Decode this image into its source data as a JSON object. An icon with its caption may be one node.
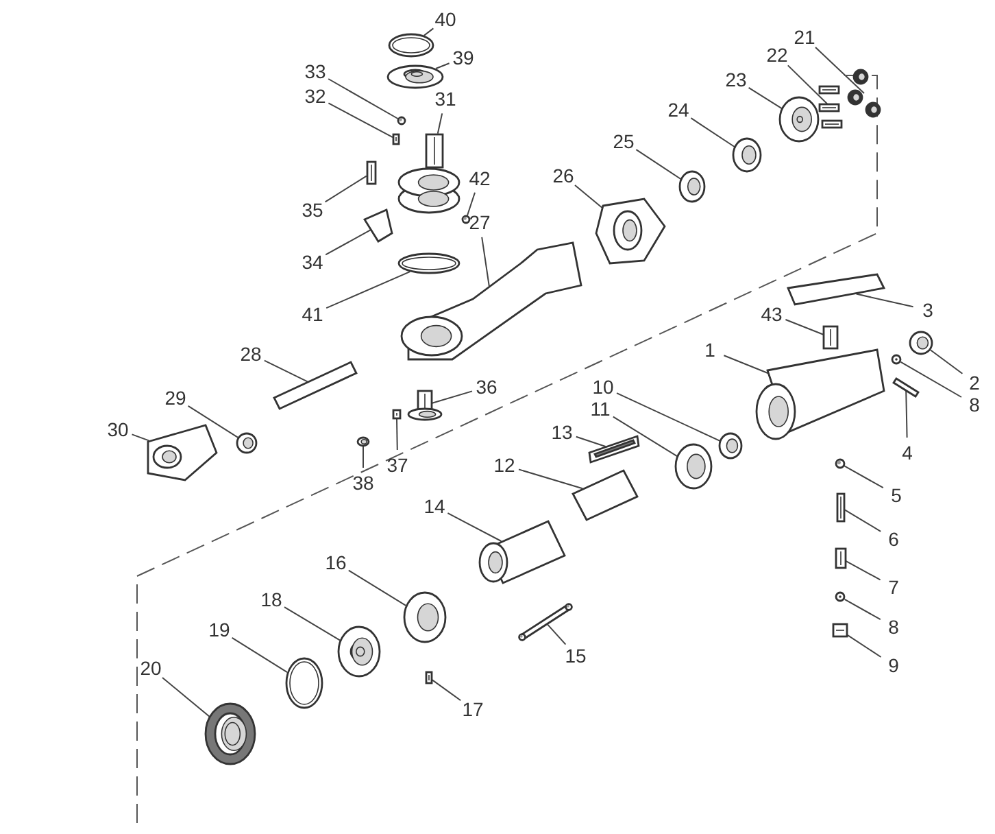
{
  "diagram": {
    "nodes": [
      {
        "text": [
          "40"
        ]
      },
      {
        "text": [
          "39"
        ]
      },
      {
        "text": [
          "33"
        ]
      },
      {
        "text": [
          "32"
        ]
      },
      {
        "text": [
          "31"
        ]
      },
      {
        "text": [
          "42"
        ]
      },
      {
        "text": [
          "35"
        ]
      },
      {
        "text": [
          "34"
        ]
      },
      {
        "text": [
          "41"
        ]
      },
      {
        "text": [
          "27"
        ]
      },
      {
        "text": [
          "26"
        ]
      },
      {
        "text": [
          "25"
        ]
      },
      {
        "text": [
          "24"
        ]
      },
      {
        "text": [
          "23"
        ]
      },
      {
        "text": [
          "22"
        ]
      },
      {
        "text": [
          "21"
        ]
      },
      {
        "text": [
          "3"
        ]
      },
      {
        "text": [
          "43"
        ]
      },
      {
        "text": [
          "1"
        ]
      },
      {
        "text": [
          "2"
        ]
      },
      {
        "text": [
          "8"
        ]
      },
      {
        "text": [
          "4"
        ]
      },
      {
        "text": [
          "28"
        ]
      },
      {
        "text": [
          "29"
        ]
      },
      {
        "text": [
          "30"
        ]
      },
      {
        "text": [
          "36"
        ]
      },
      {
        "text": [
          "37"
        ]
      },
      {
        "text": [
          "38"
        ]
      },
      {
        "text": [
          "10"
        ]
      },
      {
        "text": [
          "11"
        ]
      },
      {
        "text": [
          "13"
        ]
      },
      {
        "text": [
          "12"
        ]
      },
      {
        "text": [
          "14"
        ]
      },
      {
        "text": [
          "5"
        ]
      },
      {
        "text": [
          "6"
        ]
      },
      {
        "text": [
          "7"
        ]
      },
      {
        "text": [
          "8"
        ]
      },
      {
        "text": [
          "9"
        ]
      },
      {
        "text": [
          "16"
        ]
      },
      {
        "text": [
          "18"
        ]
      },
      {
        "text": [
          "19"
        ]
      },
      {
        "text": [
          "15"
        ]
      },
      {
        "text": [
          "17"
        ]
      },
      {
        "text": [
          "20"
        ]
      },
      {
        "text": [],
        "shape": "picture"
      },
      {
        "text": [],
        "shape": "picture"
      },
      {
        "text": [],
        "shape": "picture"
      },
      {
        "text": [],
        "shape": "picture"
      },
      {
        "text": [],
        "shape": "picture"
      },
      {
        "text": [],
        "shape": "picture"
      },
      {
        "text": [],
        "shape": "picture"
      },
      {
        "text": [],
        "shape": "picture"
      },
      {
        "text": [],
        "shape": "picture"
      },
      {
        "text": [],
        "shape": "picture"
      },
      {
        "text": [],
        "shape": "picture"
      },
      {
        "text": [],
        "shape": "picture"
      },
      {
        "text": [],
        "shape": "picture"
      },
      {
        "text": [],
        "shape": "picture"
      },
      {
        "text": [],
        "shape": "picture"
      },
      {
        "text": [],
        "shape": "picture"
      },
      {
        "text": [],
        "shape": "picture"
      },
      {
        "text": [],
        "shape": "picture"
      },
      {
        "text": [],
        "shape": "picture"
      },
      {
        "text": [],
        "shape": "picture"
      },
      {
        "text": [],
        "shape": "picture"
      },
      {
        "text": [],
        "shape": "picture"
      },
      {
        "text": [],
        "shape": "picture"
      },
      {
        "text": [],
        "shape": "picture"
      },
      {
        "text": [],
        "shape": "picture"
      },
      {
        "text": [],
        "shape": "picture"
      },
      {
        "text": [],
        "shape": "picture"
      },
      {
        "text": [],
        "shape": "picture"
      },
      {
        "text": [],
        "shape": "picture"
      },
      {
        "text": [],
        "shape": "picture"
      },
      {
        "text": [],
        "shape": "picture"
      },
      {
        "text": [],
        "shape": "picture"
      },
      {
        "text": [],
        "shape": "picture"
      },
      {
        "text": [],
        "shape": "picture"
      },
      {
        "text": [],
        "shape": "picture"
      },
      {
        "text": [],
        "shape": "picture"
      },
      {
        "text": [],
        "shape": "picture"
      },
      {
        "text": [],
        "shape": "picture"
      },
      {
        "text": [],
        "shape": "picture"
      },
      {
        "text": [],
        "shape": "picture"
      },
      {
        "text": [],
        "shape": "picture"
      },
      {
        "text": [],
        "shape": "picture"
      },
      {
        "text": [],
        "shape": "picture"
      },
      {
        "text": [],
        "shape": "picture"
      }
    ],
    "edges": [
      {
        "from": 0,
        "to": 44,
        "arrow": "none"
      },
      {
        "from": 1,
        "to": 45,
        "arrow": "none"
      },
      {
        "from": 2,
        "to": 46,
        "arrow": "none"
      },
      {
        "from": 3,
        "to": 47,
        "arrow": "none"
      },
      {
        "from": 4,
        "to": 48,
        "arrow": "none"
      },
      {
        "from": 5,
        "to": 49,
        "arrow": "none"
      },
      {
        "from": 6,
        "to": 50,
        "arrow": "none"
      },
      {
        "from": 7,
        "to": 51,
        "arrow": "none"
      },
      {
        "from": 8,
        "to": 52,
        "arrow": "none"
      },
      {
        "from": 9,
        "to": 53,
        "arrow": "none"
      },
      {
        "from": 10,
        "to": 54,
        "arrow": "none"
      },
      {
        "from": 11,
        "to": 55,
        "arrow": "none"
      },
      {
        "from": 12,
        "to": 56,
        "arrow": "none"
      },
      {
        "from": 13,
        "to": 57,
        "arrow": "none"
      },
      {
        "from": 14,
        "to": 58,
        "arrow": "none"
      },
      {
        "from": 15,
        "to": 59,
        "arrow": "none"
      },
      {
        "from": 16,
        "to": 60,
        "arrow": "none"
      },
      {
        "from": 17,
        "to": 61,
        "arrow": "none"
      },
      {
        "from": 18,
        "to": 62,
        "arrow": "none"
      },
      {
        "from": 19,
        "to": 63,
        "arrow": "none"
      },
      {
        "from": 20,
        "to": 64,
        "arrow": "none"
      },
      {
        "from": 21,
        "to": 65,
        "arrow": "none"
      },
      {
        "from": 22,
        "to": 66,
        "arrow": "none"
      },
      {
        "from": 23,
        "to": 67,
        "arrow": "none"
      },
      {
        "from": 24,
        "to": 68,
        "arrow": "none"
      },
      {
        "from": 25,
        "to": 69,
        "arrow": "none"
      },
      {
        "from": 26,
        "to": 70,
        "arrow": "none"
      },
      {
        "from": 27,
        "to": 71,
        "arrow": "none"
      },
      {
        "from": 28,
        "to": 72,
        "arrow": "none"
      },
      {
        "from": 29,
        "to": 73,
        "arrow": "none"
      },
      {
        "from": 30,
        "to": 74,
        "arrow": "none"
      },
      {
        "from": 31,
        "to": 75,
        "arrow": "none"
      },
      {
        "from": 32,
        "to": 76,
        "arrow": "none"
      },
      {
        "from": 33,
        "to": 77,
        "arrow": "none"
      },
      {
        "from": 34,
        "to": 78,
        "arrow": "none"
      },
      {
        "from": 35,
        "to": 79,
        "arrow": "none"
      },
      {
        "from": 36,
        "to": 80,
        "arrow": "none"
      },
      {
        "from": 37,
        "to": 81,
        "arrow": "none"
      },
      {
        "from": 38,
        "to": 82,
        "arrow": "none"
      },
      {
        "from": 39,
        "to": 83,
        "arrow": "none"
      },
      {
        "from": 40,
        "to": 84,
        "arrow": "none"
      },
      {
        "from": 41,
        "to": 85,
        "arrow": "none"
      },
      {
        "from": 42,
        "to": 86,
        "arrow": "none"
      },
      {
        "from": 43,
        "to": 87,
        "arrow": "none"
      }
    ]
  }
}
